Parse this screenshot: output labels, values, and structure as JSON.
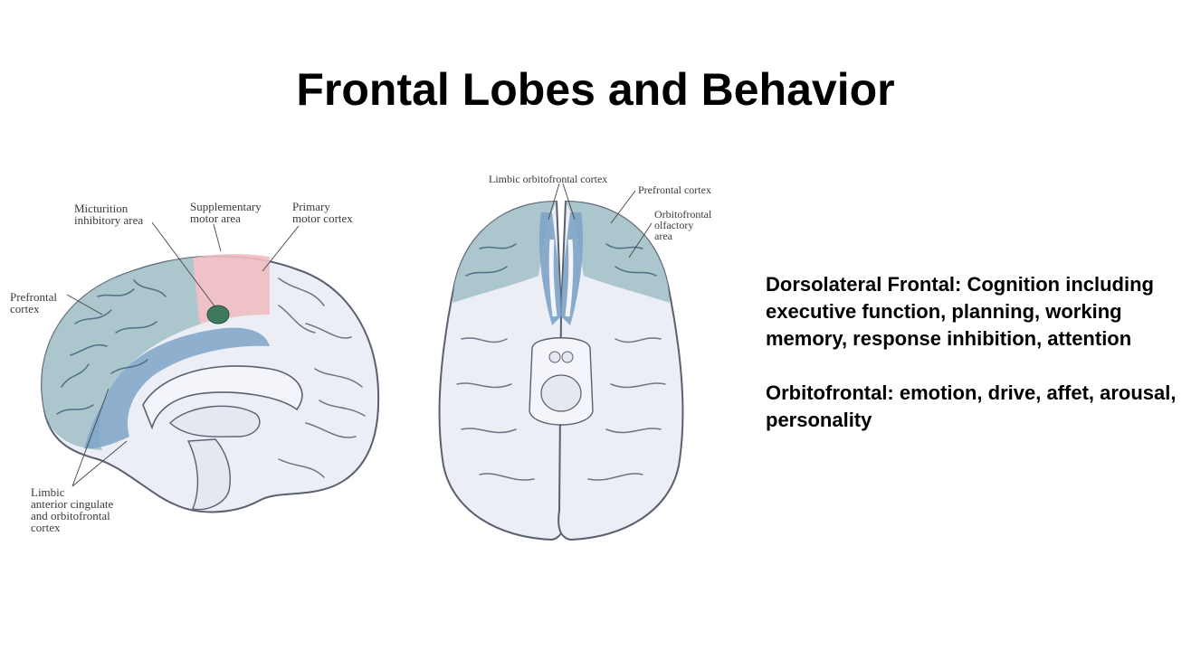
{
  "title": "Frontal Lobes and Behavior",
  "colors": {
    "prefrontal_blue": "#a9c3cb",
    "limbic_blue": "#7ea3c7",
    "supplementary_pink": "#efbcc2",
    "micturition_green": "#3e7a5e",
    "brain_white": "#eceef6"
  },
  "left_figure": {
    "labels": {
      "micturition": "Micturition\ninhibitory area",
      "supplementary": "Supplementary\nmotor area",
      "primary": "Primary\nmotor cortex",
      "prefrontal": "Prefrontal\ncortex",
      "limbic": "Limbic\nanterior cingulate\nand orbitofrontal\ncortex"
    }
  },
  "right_figure": {
    "labels": {
      "limbic_orbitofrontal": "Limbic orbitofrontal cortex",
      "prefrontal": "Prefrontal cortex",
      "orbitofrontal_olfactory": "Orbitofrontal\nolfactory\narea"
    }
  },
  "description": [
    "Dorsolateral Frontal: Cognition including executive function, planning, working memory, response inhibition, attention",
    "Orbitofrontal: emotion, drive, affet, arousal, personality"
  ]
}
